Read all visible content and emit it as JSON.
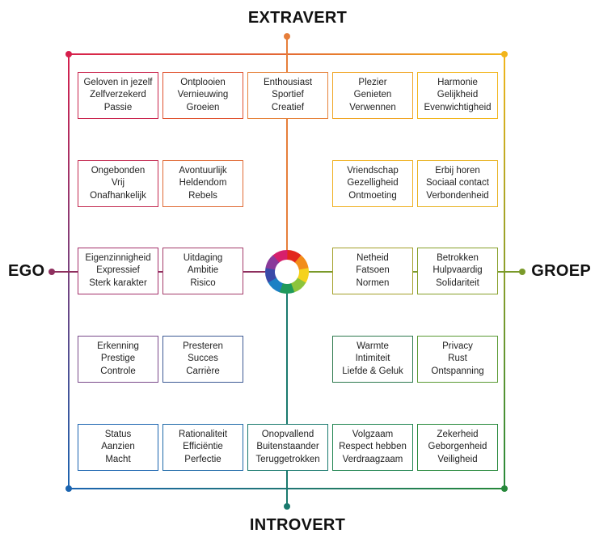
{
  "axes": {
    "top": "EXTRAVERT",
    "bottom": "INTROVERT",
    "left": "EGO",
    "right": "GROEP"
  },
  "colors": {
    "top_left": "#d61f4c",
    "top_right": "#f2b51b",
    "bottom_left": "#1b64b0",
    "bottom_right": "#26883a",
    "top_axis": "#e67e3a",
    "bottom_axis": "#1a7a6e",
    "left_axis": "#8e2f5e",
    "right_axis": "#7a9a2a",
    "center_ring": [
      "#e2261c",
      "#f28c1a",
      "#f5d21e",
      "#8cc43c",
      "#1f9a5b",
      "#1b80c4",
      "#3a4aa8",
      "#8a3a9a",
      "#d61f6c"
    ]
  },
  "cells": [
    {
      "row": 0,
      "col": 0,
      "lines": [
        "Geloven in jezelf",
        "Zelfverzekerd",
        "Passie"
      ],
      "color": "#c9244c"
    },
    {
      "row": 0,
      "col": 1,
      "lines": [
        "Ontplooien",
        "Vernieuwing",
        "Groeien"
      ],
      "color": "#e0522f"
    },
    {
      "row": 0,
      "col": 2,
      "lines": [
        "Enthousiast",
        "Sportief",
        "Creatief"
      ],
      "color": "#e6823a"
    },
    {
      "row": 0,
      "col": 3,
      "lines": [
        "Plezier",
        "Genieten",
        "Verwennen"
      ],
      "color": "#f0a524"
    },
    {
      "row": 0,
      "col": 4,
      "lines": [
        "Harmonie",
        "Gelijkheid",
        "Evenwichtigheid"
      ],
      "color": "#f2b51b"
    },
    {
      "row": 1,
      "col": 0,
      "lines": [
        "Ongebonden",
        "Vrij",
        "Onafhankelijk"
      ],
      "color": "#c32a50"
    },
    {
      "row": 1,
      "col": 1,
      "lines": [
        "Avontuurlijk",
        "Heldendom",
        "Rebels"
      ],
      "color": "#e06a35"
    },
    {
      "row": 1,
      "col": 3,
      "lines": [
        "Vriendschap",
        "Gezelligheid",
        "Ontmoeting"
      ],
      "color": "#f0b020"
    },
    {
      "row": 1,
      "col": 4,
      "lines": [
        "Erbij horen",
        "Sociaal contact",
        "Verbondenheid"
      ],
      "color": "#e8b221"
    },
    {
      "row": 2,
      "col": 0,
      "lines": [
        "Eigenzinnigheid",
        "Expressief",
        "Sterk karakter"
      ],
      "color": "#a4306a"
    },
    {
      "row": 2,
      "col": 1,
      "lines": [
        "Uitdaging",
        "Ambitie",
        "Risico"
      ],
      "color": "#a43c6a"
    },
    {
      "row": 2,
      "col": 3,
      "lines": [
        "Netheid",
        "Fatsoen",
        "Normen"
      ],
      "color": "#a4a02a"
    },
    {
      "row": 2,
      "col": 4,
      "lines": [
        "Betrokken",
        "Hulpvaardig",
        "Solidariteit"
      ],
      "color": "#86a02a"
    },
    {
      "row": 3,
      "col": 0,
      "lines": [
        "Erkenning",
        "Prestige",
        "Controle"
      ],
      "color": "#7a4a8a"
    },
    {
      "row": 3,
      "col": 1,
      "lines": [
        "Presteren",
        "Succes",
        "Carrière"
      ],
      "color": "#3e5a94"
    },
    {
      "row": 3,
      "col": 3,
      "lines": [
        "Warmte",
        "Intimiteit",
        "Liefde & Geluk"
      ],
      "color": "#2e7a4e"
    },
    {
      "row": 3,
      "col": 4,
      "lines": [
        "Privacy",
        "Rust",
        "Ontspanning"
      ],
      "color": "#5a9a34"
    },
    {
      "row": 4,
      "col": 0,
      "lines": [
        "Status",
        "Aanzien",
        "Macht"
      ],
      "color": "#1b64b0"
    },
    {
      "row": 4,
      "col": 1,
      "lines": [
        "Rationaliteit",
        "Efficiëntie",
        "Perfectie"
      ],
      "color": "#1f6aa8"
    },
    {
      "row": 4,
      "col": 2,
      "lines": [
        "Onopvallend",
        "Buitenstaander",
        "Teruggetrokken"
      ],
      "color": "#1a7a6e"
    },
    {
      "row": 4,
      "col": 3,
      "lines": [
        "Volgzaam",
        "Respect hebben",
        "Verdraagzaam"
      ],
      "color": "#1f8450"
    },
    {
      "row": 4,
      "col": 4,
      "lines": [
        "Zekerheid",
        "Geborgenheid",
        "Veiligheid"
      ],
      "color": "#26883a"
    }
  ]
}
